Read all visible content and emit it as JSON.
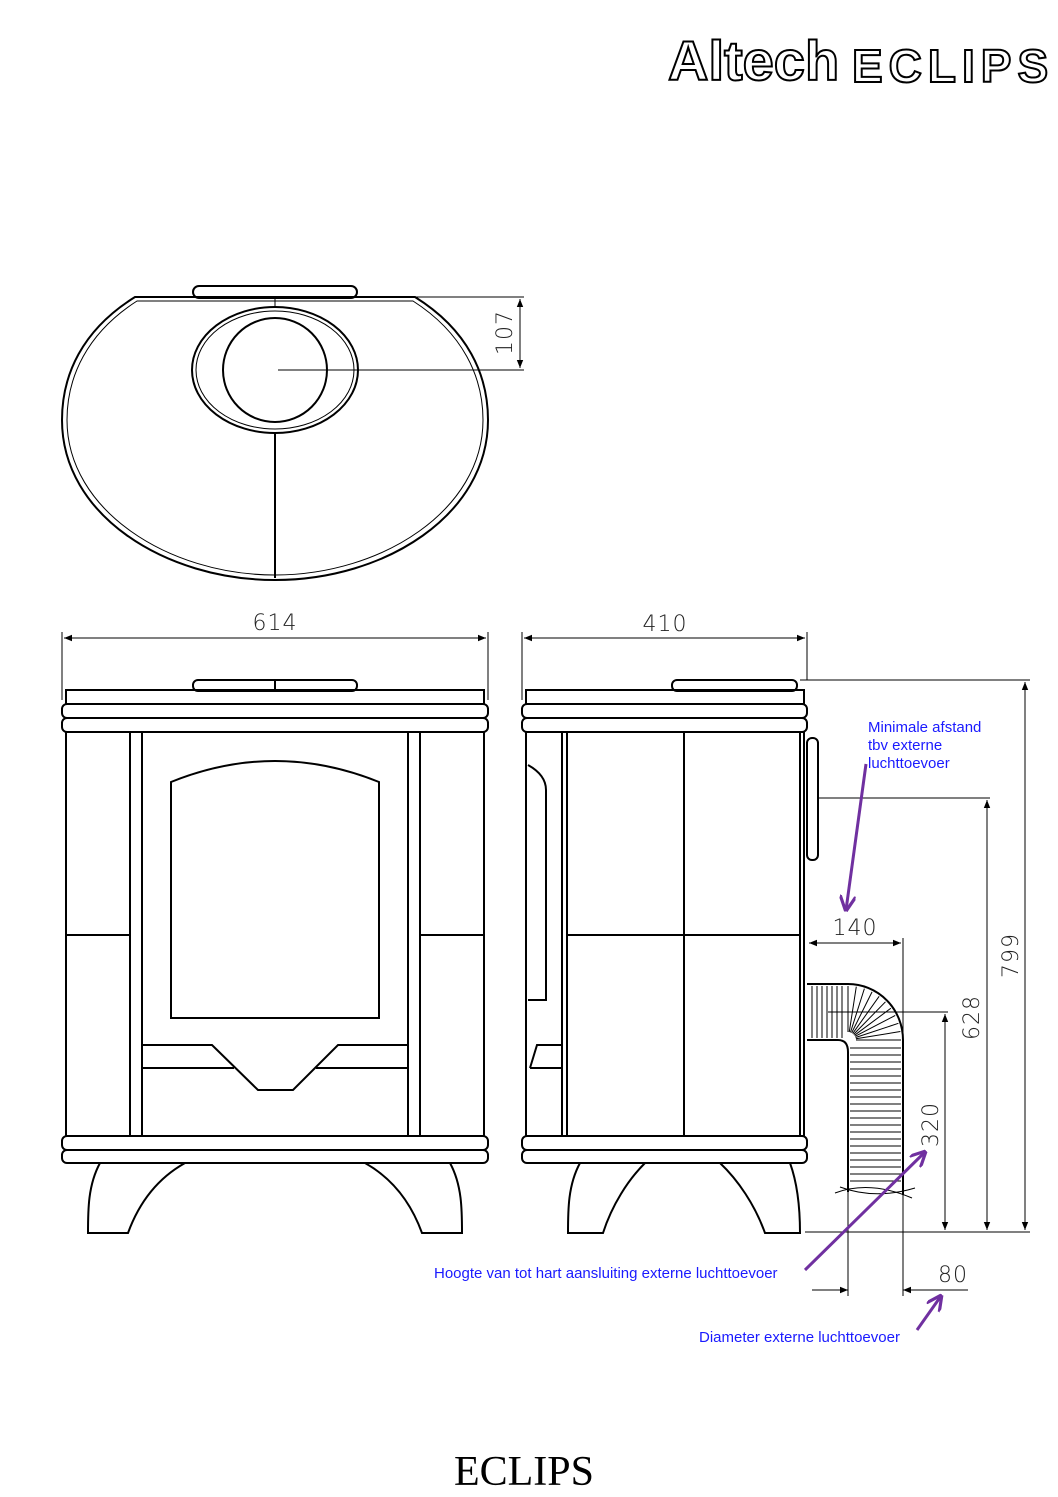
{
  "logo": {
    "brand": "Altech",
    "model": "ECLIPS"
  },
  "title": "ECLIPS",
  "dimensions": {
    "top_flue_offset": "107",
    "front_width": "614",
    "side_depth": "410",
    "air_inlet_clearance": "140",
    "total_height": "799",
    "air_inlet_min_height": "628",
    "air_inlet_center_height": "320",
    "air_inlet_diameter": "80"
  },
  "annotations": {
    "min_distance_line1": "Minimale afstand",
    "min_distance_line2": "tbv externe",
    "min_distance_line3": "luchttoevoer",
    "center_height": "Hoogte van tot hart aansluiting externe luchttoevoer",
    "diameter": "Diameter externe luchttoevoer"
  },
  "colors": {
    "annotation_text": "#1a1aff",
    "annotation_arrow": "#7030a0"
  }
}
